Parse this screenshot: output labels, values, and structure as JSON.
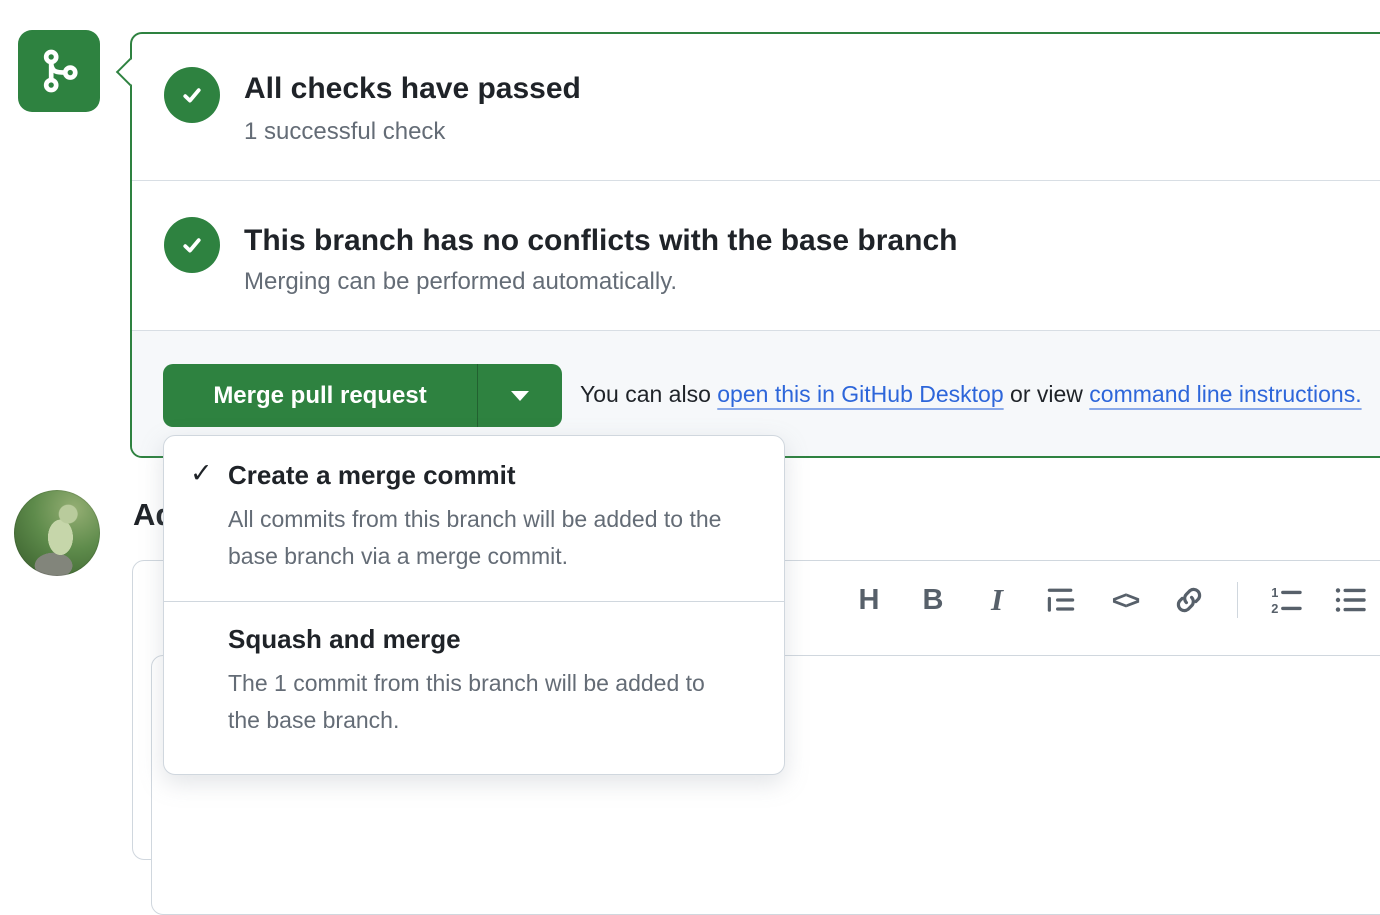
{
  "merge_box": {
    "sections": [
      {
        "title": "All checks have passed",
        "subtitle": "1 successful check"
      },
      {
        "title": "This branch has no conflicts with the base branch",
        "subtitle": "Merging can be performed automatically."
      }
    ],
    "footer": {
      "merge_button_label": "Merge pull request",
      "also_prefix": "You can also ",
      "desktop_link": "open this in GitHub Desktop",
      "or_view": " or view ",
      "cli_link": "command line instructions."
    }
  },
  "merge_dropdown": {
    "check_glyph": "✓",
    "items": [
      {
        "selected": true,
        "title": "Create a merge commit",
        "description": "All commits from this branch will be added to the base branch via a merge commit."
      },
      {
        "selected": false,
        "title": "Squash and merge",
        "description": "The 1 commit from this branch will be added to the base branch."
      }
    ]
  },
  "comment_section": {
    "heading": "Add a comment",
    "toolbar": {
      "heading_glyph": "H",
      "bold_glyph": "B",
      "italic_glyph": "I",
      "code_glyph": "<>"
    }
  },
  "colors": {
    "green": "#2e8240",
    "link_blue": "#2d66da",
    "text_primary": "#1f2328",
    "text_secondary": "#646c76",
    "border_gray": "#d0d7de",
    "footer_bg": "#f6f8fa"
  }
}
